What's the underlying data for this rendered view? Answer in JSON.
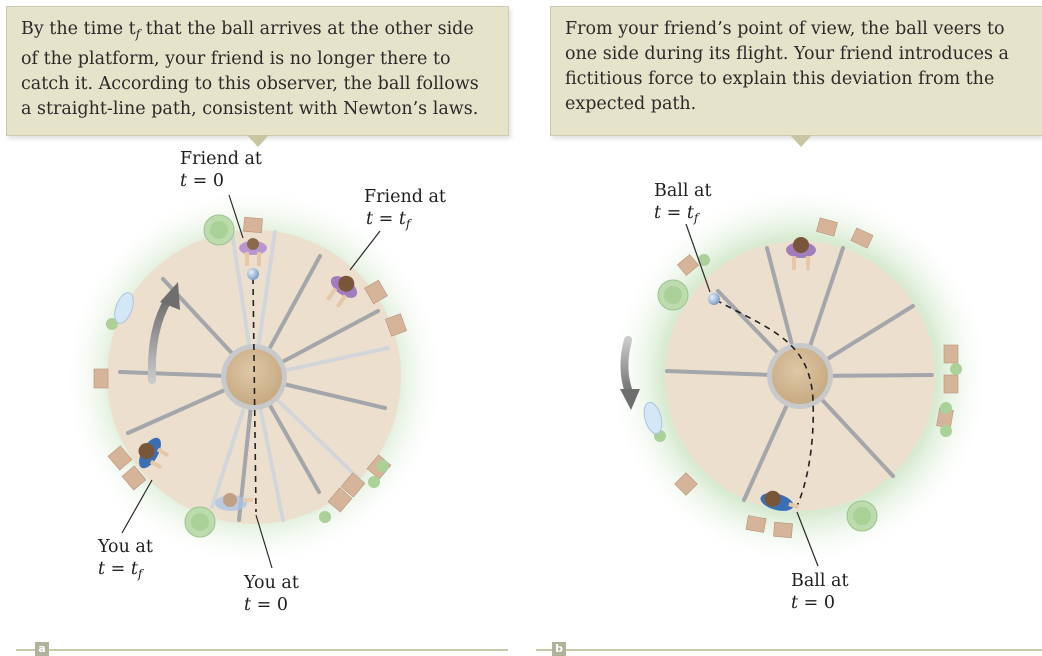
{
  "callout_a": {
    "line1": "By the time t",
    "line1_sub": "f",
    "line1_rest": " that the ball arrives at the other side",
    "line2": "of the platform, your friend is no longer there to",
    "line3": "catch it. According to this observer, the ball follows",
    "line4": "a straight-line path, consistent with Newton’s laws."
  },
  "callout_b": {
    "line1": "From your friend’s point of view, the ball veers to",
    "line2": "one side during its flight. Your friend introduces a",
    "line3": "fictitious force to explain this deviation from the",
    "line4": "expected path."
  },
  "labels_a": {
    "friend_t0": {
      "l1": "Friend at",
      "var": "t",
      "eq": " = 0"
    },
    "friend_tf": {
      "l1": "Friend at",
      "var": "t",
      "eq": " = ",
      "var2": "t",
      "sub": "f"
    },
    "you_tf": {
      "l1": "You at",
      "var": "t",
      "eq": " = ",
      "var2": "t",
      "sub": "f"
    },
    "you_t0": {
      "l1": "You at",
      "var": "t",
      "eq": " = 0"
    }
  },
  "labels_b": {
    "ball_tf": {
      "l1": "Ball at",
      "var": "t",
      "eq": " = ",
      "var2": "t",
      "sub": "f"
    },
    "ball_t0": {
      "l1": "Ball at",
      "var": "t",
      "eq": " = 0"
    }
  },
  "panel_tags": {
    "a": "a",
    "b": "b"
  },
  "colors": {
    "callout_bg": "#e6e3cb",
    "platform": "#eddfce",
    "grass": "#dcedd6",
    "hub": "#d5bc98",
    "spoke": "#9fa2a6",
    "ball": "#a9c4e6",
    "friend_shirt": "#b08ac9",
    "you_shirt": "#3a6fb5",
    "bench": "#d4b094",
    "bush": "#b9dcab"
  }
}
